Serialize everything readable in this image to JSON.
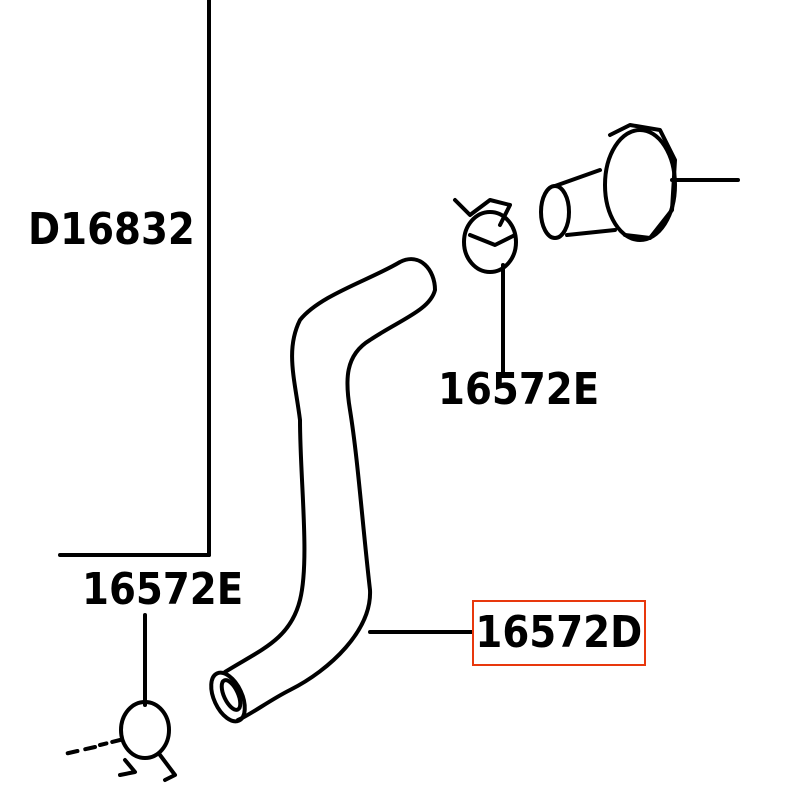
{
  "diagram": {
    "labels": {
      "partial_left": "D16832",
      "clamp_top": "16572E",
      "clamp_left": "16572E",
      "hose_highlighted": "16572D"
    },
    "highlight_color": "#e8380d"
  }
}
